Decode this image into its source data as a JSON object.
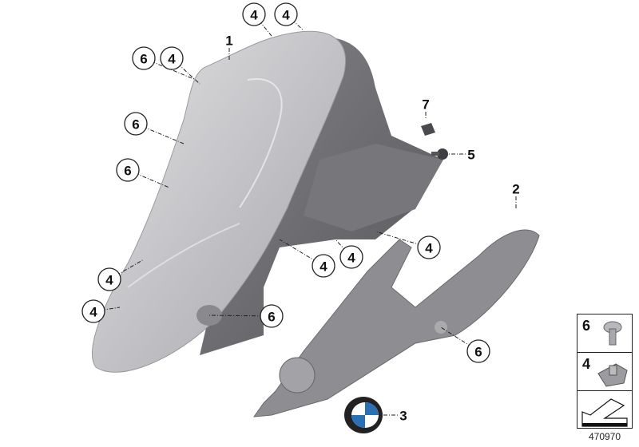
{
  "callouts": [
    {
      "label": "4",
      "circled": true
    },
    {
      "label": "4",
      "circled": true
    },
    {
      "label": "1",
      "circled": false
    },
    {
      "label": "6",
      "circled": true
    },
    {
      "label": "4",
      "circled": true
    },
    {
      "label": "6",
      "circled": true
    },
    {
      "label": "6",
      "circled": true
    },
    {
      "label": "7",
      "circled": false
    },
    {
      "label": "5",
      "circled": false
    },
    {
      "label": "2",
      "circled": false
    },
    {
      "label": "4",
      "circled": true
    },
    {
      "label": "4",
      "circled": true
    },
    {
      "label": "4",
      "circled": true
    },
    {
      "label": "4",
      "circled": true
    },
    {
      "label": "6",
      "circled": true
    },
    {
      "label": "4",
      "circled": true
    },
    {
      "label": "6",
      "circled": true
    },
    {
      "label": "3",
      "circled": false
    }
  ],
  "legend": {
    "items": [
      {
        "label": "6",
        "icon": "screw-icon"
      },
      {
        "label": "4",
        "icon": "clip-nut-icon"
      },
      {
        "label": "",
        "icon": "arrow-icon"
      }
    ]
  },
  "logo_text": "BMW",
  "diagram_id": "470970",
  "colors": {
    "part_light": "#c9c9cc",
    "part_dark": "#6e6e72",
    "line": "#222222"
  }
}
